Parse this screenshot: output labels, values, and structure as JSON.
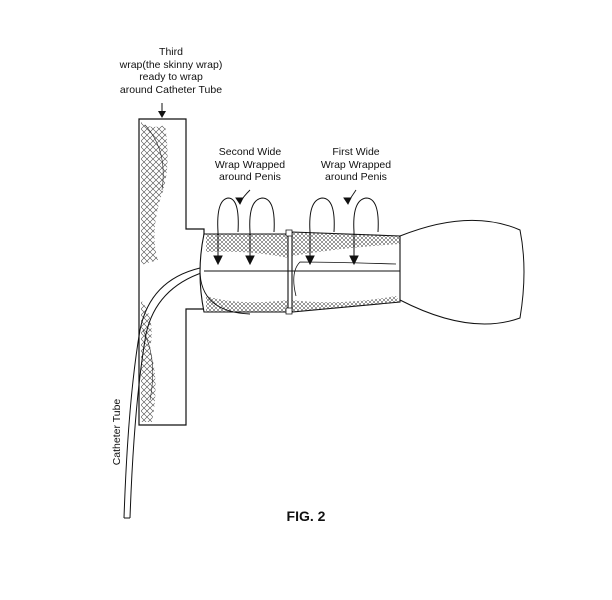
{
  "labels": {
    "third_wrap": "Third\nwrap(the skinny wrap)\nready to wrap\naround Catheter Tube",
    "second_wrap": "Second Wide\nWrap Wrapped\naround Penis",
    "first_wrap": "First Wide\nWrap Wrapped\naround Penis",
    "catheter_tube": "Catheter Tube"
  },
  "caption": "FIG. 2",
  "colors": {
    "line": "#111111",
    "hatch": "#333333",
    "background": "#ffffff"
  }
}
